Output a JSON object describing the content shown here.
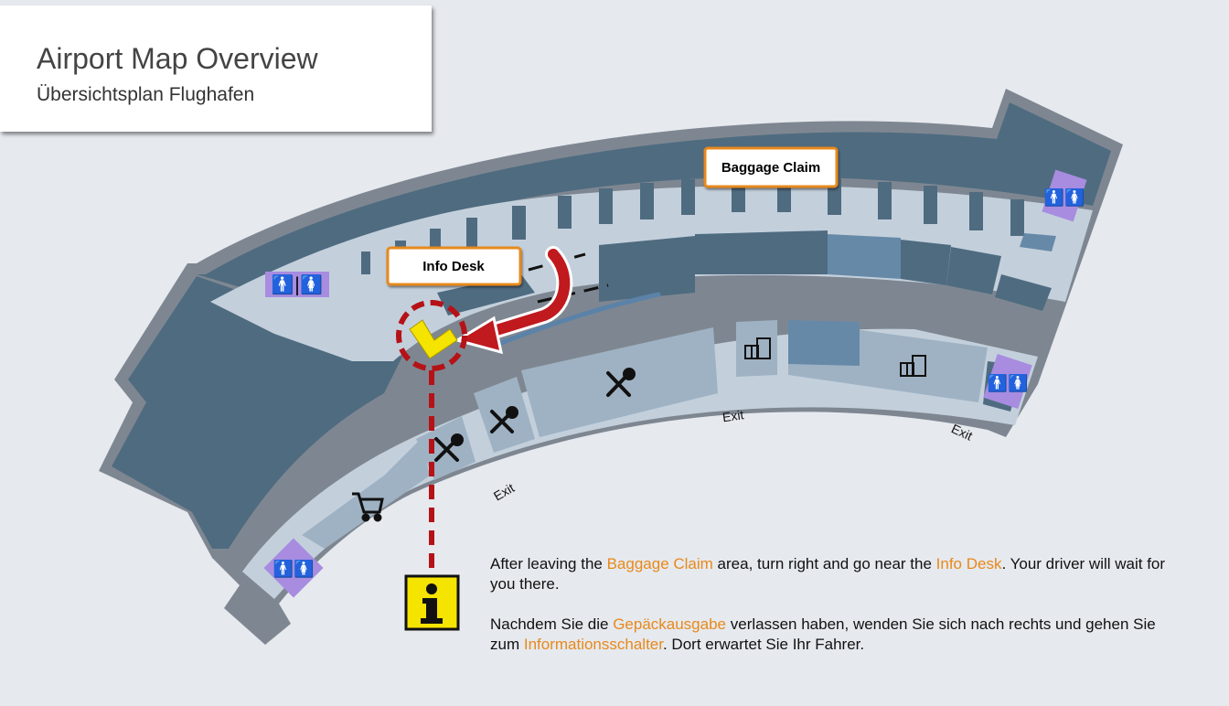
{
  "header": {
    "title": "Airport Map Overview",
    "subtitle": "Übersichtsplan Flughafen"
  },
  "labels": {
    "baggage_claim": "Baggage Claim",
    "info_desk": "Info Desk",
    "exits": [
      "Exit",
      "Exit",
      "Exit"
    ]
  },
  "icons": {
    "restrooms": "restroom-icon",
    "restaurants": "fork-knife-icon",
    "gift_shops": "gift-shop-icon",
    "shopping": "shopping-cart-icon",
    "information": "information-icon"
  },
  "instructions": {
    "en": {
      "part1": "After leaving the ",
      "highlight1": "Baggage Claim",
      "part2": " area, turn right and go near the ",
      "highlight2": "Info Desk",
      "part3": ". Your driver will wait for you there."
    },
    "de": {
      "part1": "Nachdem Sie die ",
      "highlight1": "Gepäckausgabe",
      "part2": " verlassen haben, wenden Sie sich nach rechts und gehen Sie zum ",
      "highlight2": "Informationsschalter",
      "part3": ". Dort erwartet Sie Ihr Fahrer."
    }
  },
  "colors": {
    "background": "#e6e9ee",
    "building_dark": "#4f6b80",
    "building_light": "#9fb2c3",
    "corridor": "#c3d0dc",
    "restroom": "#a78ce0",
    "highlight": "#e8891a",
    "route_arrow": "#c0191e",
    "info_yellow": "#f5e300"
  }
}
